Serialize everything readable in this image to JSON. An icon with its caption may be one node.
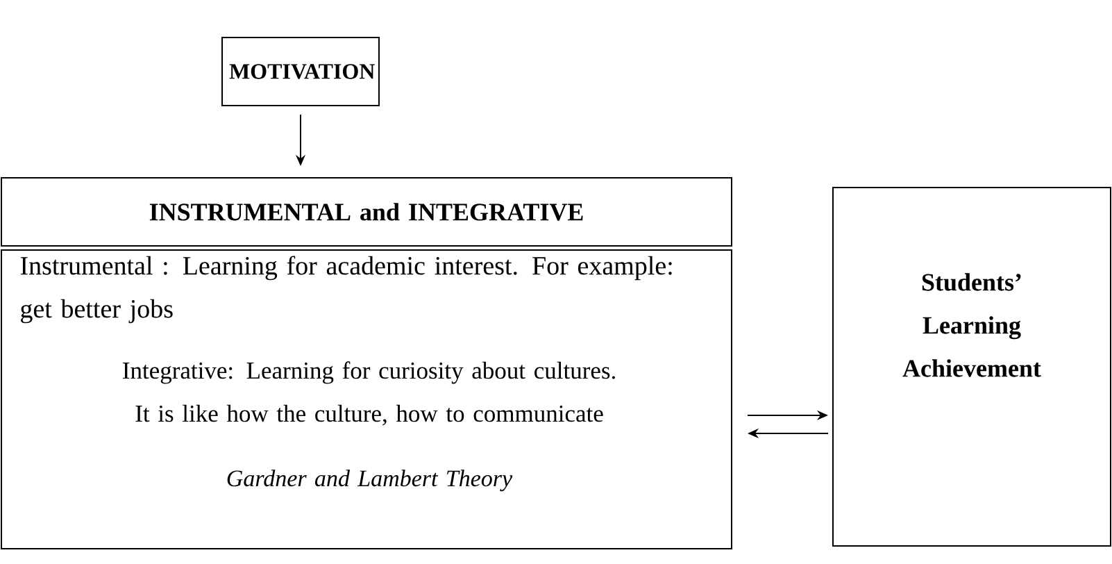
{
  "diagram": {
    "nodes": [
      {
        "text": [
          "MOTIVATION"
        ]
      },
      {
        "text": [
          "INSTRUMENTAL and INTEGRATIVE"
        ]
      },
      {
        "text": [
          "Instrumental : Learning for academic interest. For example: get better jobs",
          "Integrative: Learning for curiosity about cultures. It is like how the culture, how to communicate",
          "Gardner and Lambert Theory"
        ]
      },
      {
        "text": [
          "Students’ Learning Achievement"
        ]
      }
    ],
    "edges": [
      {
        "from": 0,
        "to": 1,
        "arrow": "to"
      },
      {
        "from": 2,
        "to": 3,
        "arrow": "to"
      },
      {
        "from": 3,
        "to": 2,
        "arrow": "to"
      }
    ]
  }
}
